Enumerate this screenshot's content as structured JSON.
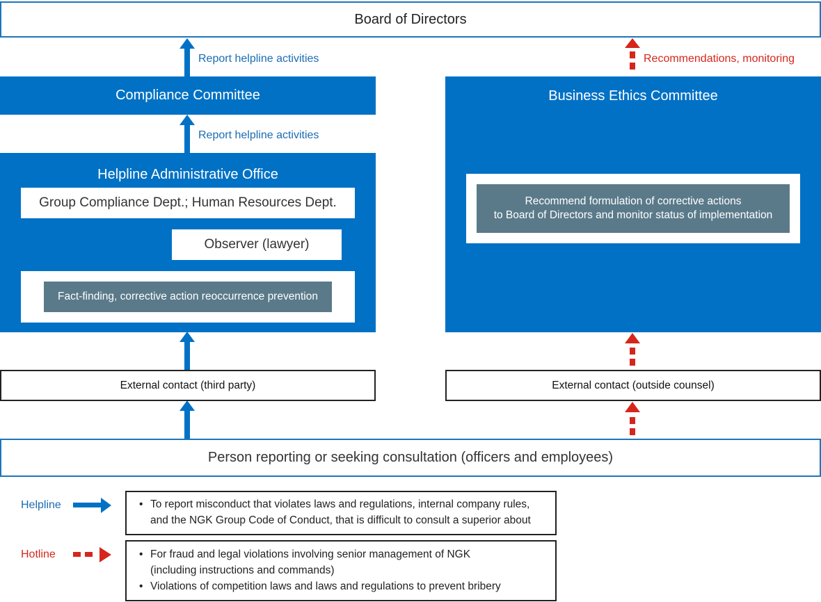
{
  "board": {
    "label": "Board of Directors"
  },
  "compliance_committee": {
    "label": "Compliance Committee"
  },
  "business_ethics_committee": {
    "label": "Business Ethics Committee",
    "action_line1": "Recommend formulation of corrective actions",
    "action_line2": "to Board of Directors and monitor status of implementation"
  },
  "helpline_office": {
    "label": "Helpline Administrative Office",
    "departments": "Group Compliance Dept.; Human Resources Dept.",
    "observer": "Observer (lawyer)",
    "action": "Fact-finding, corrective action reoccurrence prevention"
  },
  "arrows": {
    "report_upper": "Report helpline activities",
    "report_lower": "Report helpline activities",
    "recommendations": "Recommendations, monitoring"
  },
  "external_left": "External contact (third party)",
  "external_right": "External contact (outside counsel)",
  "person": "Person reporting or seeking consultation (officers and employees)",
  "legend": {
    "helpline": {
      "label": "Helpline",
      "line1": "To report misconduct that violates laws and regulations, internal company rules,",
      "line2": "and the NGK Group Code of Conduct, that is difficult to consult a superior about"
    },
    "hotline": {
      "label": "Hotline",
      "item1_line1": "For fraud and legal violations involving senior management of NGK",
      "item1_line2": "(including instructions and commands)",
      "item2": "Violations of competition laws and laws and regulations to prevent bribery"
    }
  },
  "colors": {
    "blue": "#0071c5",
    "red": "#d6261b",
    "grey": "#5a7a8a",
    "outline_blue": "#1d75bc"
  }
}
